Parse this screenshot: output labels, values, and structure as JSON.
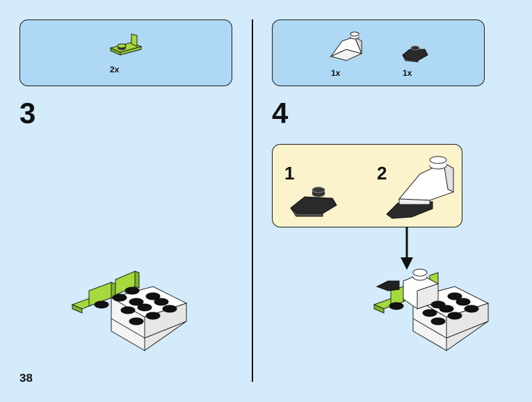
{
  "page": {
    "number": "38"
  },
  "steps": [
    {
      "number": "3",
      "parts": [
        {
          "qty": "2x",
          "icon": "green-bracket-icon"
        }
      ]
    },
    {
      "number": "4",
      "parts": [
        {
          "qty": "1x",
          "icon": "white-slope-icon"
        },
        {
          "qty": "1x",
          "icon": "black-nose-icon"
        }
      ],
      "substeps": [
        {
          "number": "1"
        },
        {
          "number": "2"
        }
      ]
    }
  ],
  "colors": {
    "background": "#d3ebfb",
    "parts_box": "#aed8f4",
    "substep_box": "#fbf3cb",
    "lime": "#a5d93c"
  }
}
